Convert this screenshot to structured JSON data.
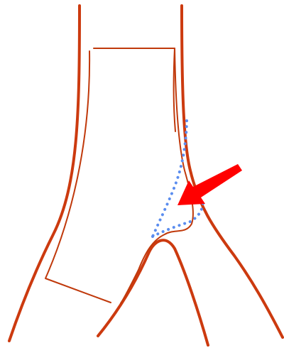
{
  "diagram": {
    "parts": [
      "vessel-left-wall",
      "vessel-right-wall",
      "branch-inner-wall",
      "sheath-outline",
      "dotted-contour",
      "red-arrow"
    ],
    "colors": {
      "vessel_wall": "#cc3a0f",
      "sheath_outline": "#c0390b",
      "dotted_contour": "#5b8def",
      "arrow": "#ff0000",
      "background": "#ffffff"
    }
  }
}
